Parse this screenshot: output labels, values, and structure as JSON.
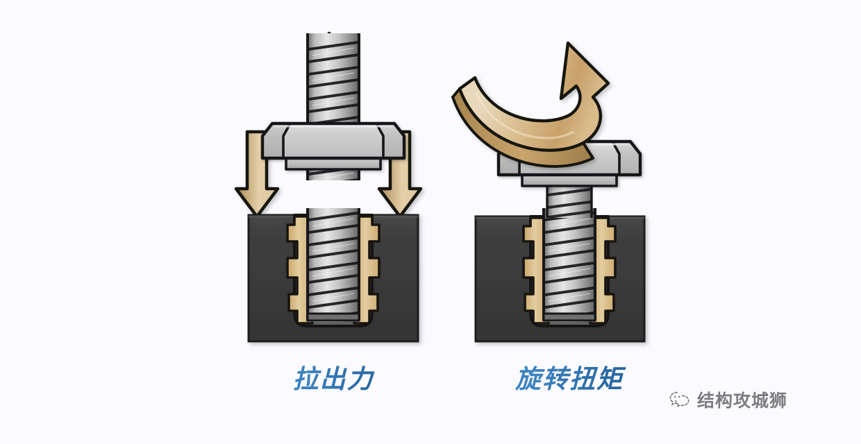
{
  "background_color": "#fbfaff",
  "diagram": {
    "type": "technical-illustration",
    "subject": "bolt anchored in base material — two loading cases",
    "panels": [
      {
        "id": "pullout",
        "caption": "拉出力",
        "caption_color": "#2d6ca6",
        "load_type": "axial tension",
        "arrows": [
          {
            "name": "pull-up-arrow",
            "direction": "up",
            "color": "#d8bd92"
          },
          {
            "name": "reaction-arrow-left",
            "direction": "down",
            "color": "#d8bd92"
          },
          {
            "name": "reaction-arrow-right",
            "direction": "down",
            "color": "#d8bd92"
          }
        ],
        "fastener": "hex-head bolt, raised head",
        "base_block_color": "#3c3c3c",
        "anchor_color": "#d7b87e"
      },
      {
        "id": "torque",
        "caption": "旋转扭矩",
        "caption_color": "#2d6ca6",
        "load_type": "rotational torque",
        "arrows": [
          {
            "name": "torque-curved-arrow",
            "direction": "clockwise-sweep",
            "color": "#d8bd92"
          }
        ],
        "fastener": "hex nut, seated flush",
        "base_block_color": "#3c3c3c",
        "anchor_color": "#d7b87e"
      }
    ]
  },
  "watermark": {
    "text": "结构攻城狮",
    "logo": "wechat-logo",
    "color": "#2f2f33"
  }
}
